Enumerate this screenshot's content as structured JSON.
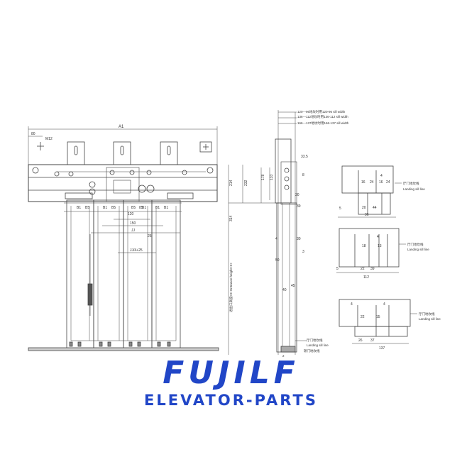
{
  "colors": {
    "line": "#444444",
    "brand": "#2146c7"
  },
  "brand": {
    "logo": "FUJILF",
    "subtitle": "ELEVATOR-PARTS"
  },
  "front_view": {
    "overall_width": "A1",
    "bolt_label": "M12",
    "left_offset": "80",
    "dims": [
      "B1",
      "B5",
      "B1",
      "B5",
      "B5",
      "B1",
      "B1",
      "B1",
      "120",
      "85",
      "150",
      "JJ",
      "JJ/4+25",
      "25"
    ]
  },
  "side_view": {
    "sill_notes": [
      "120---96地坎时用120-96 sill width",
      "136---112地坎时用136-112 sill width",
      "166---137地坎时用166-137 sill width"
    ],
    "height_label": "进出口高度HH Entrance height HH",
    "dims": [
      "33.5",
      "8",
      "214",
      "232",
      "178",
      "133",
      "30",
      "39",
      "314",
      "4",
      "30",
      "3",
      "50",
      "45",
      "40",
      "2"
    ],
    "landing_sill_cn": "厅门地坎线",
    "landing_sill_en": "Landing sill line",
    "car_sill_cn": "轿门地坎线"
  },
  "sill_details": [
    {
      "dims": [
        "4",
        "16",
        "24",
        "16",
        "24",
        "5",
        "20",
        "44"
      ],
      "width": "96",
      "label_cn": "厅门地坎线",
      "label_en": "Landing sill line"
    },
    {
      "dims": [
        "4",
        "18",
        "13",
        "5",
        "22",
        "39"
      ],
      "width": "112",
      "label_cn": "厅门地坎线",
      "label_en": "Landing sill line"
    },
    {
      "dims": [
        "4",
        "4",
        "22",
        "15",
        "26",
        "37"
      ],
      "width": "137",
      "label_cn": "厅门地坎线",
      "label_en": "Landing sill line"
    }
  ]
}
